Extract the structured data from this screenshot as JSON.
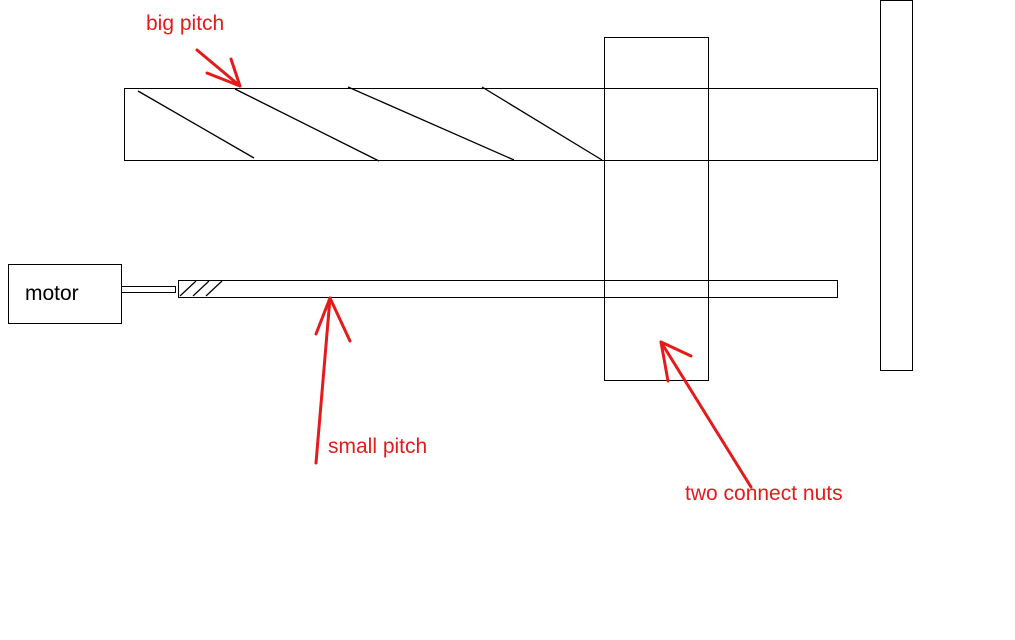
{
  "labels": {
    "big_pitch": "big pitch",
    "small_pitch": "small pitch",
    "two_connect_nuts": "two connect nuts",
    "motor": "motor"
  },
  "colors": {
    "annotation": "#e41b1b",
    "outline": "#000000",
    "background": "#ffffff"
  }
}
